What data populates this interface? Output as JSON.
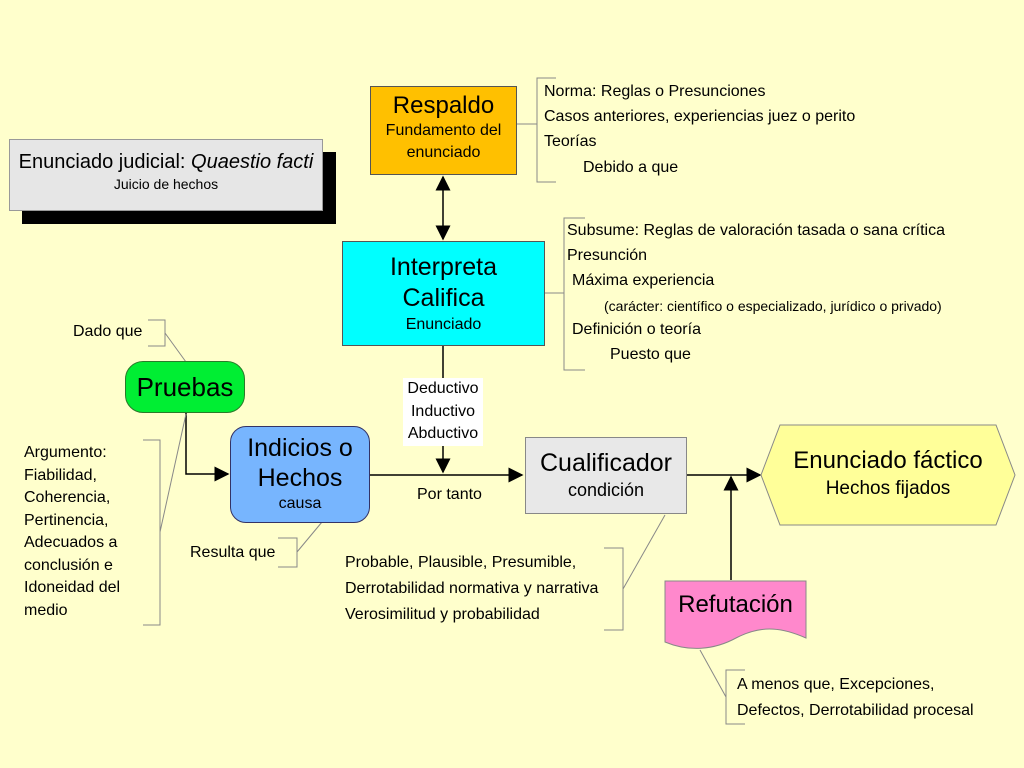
{
  "judicial": {
    "title_prefix": "Enunciado judicial: ",
    "title_italic": "Quaestio facti",
    "subtitle": "Juicio de hechos"
  },
  "respaldo": {
    "title": "Respaldo",
    "line1": "Fundamento del",
    "line2": "enunciado"
  },
  "respaldo_notes": [
    "Norma: Reglas o Presunciones",
    "Casos anteriores, experiencias juez o perito",
    "Teorías",
    "Debido a que"
  ],
  "interpreta": {
    "line1": "Interpreta",
    "line2": "Califica",
    "sub": "Enunciado"
  },
  "interpreta_notes": {
    "subsume": "Subsume: Reglas de valoración tasada o sana crítica",
    "presuncion": "Presunción",
    "maxima": "Máxima experiencia",
    "caracter": "(carácter: científico o especializado, jurídico o privado)",
    "definicion": "Definición o teoría",
    "puesto": "Puesto que"
  },
  "dado_que": "Dado que",
  "pruebas": "Pruebas",
  "argumento": [
    "Argumento:",
    "Fiabilidad,",
    "Coherencia,",
    "Pertinencia,",
    "Adecuados a",
    "conclusión e",
    "Idoneidad del",
    "medio"
  ],
  "indicios": {
    "line1": "Indicios o",
    "line2": "Hechos",
    "sub": "causa"
  },
  "resulta_que": "Resulta  que",
  "methods": [
    "Deductivo",
    "Inductivo",
    "Abductivo"
  ],
  "por_tanto": "Por tanto",
  "cualificador": {
    "title": "Cualificador",
    "sub": "condición"
  },
  "cualificador_notes": [
    "Probable, Plausible, Presumible,",
    "Derrotabilidad normativa y narrativa",
    "Verosimilitud y probabilidad"
  ],
  "enunciado_factico": {
    "title": "Enunciado fáctico",
    "sub": "Hechos fijados"
  },
  "refutacion": "Refutación",
  "refutacion_notes": [
    "A menos que, Excepciones,",
    "Defectos, Derrotabilidad procesal"
  ],
  "colors": {
    "background": "#ffffcc",
    "respaldo": "#ffc000",
    "interpreta": "#00ffff",
    "pruebas": "#00ee33",
    "indicios": "#77b5fe",
    "cualificador": "#e8e8e8",
    "enunciado": "#ffff99",
    "refutacion": "#ff88cc"
  }
}
